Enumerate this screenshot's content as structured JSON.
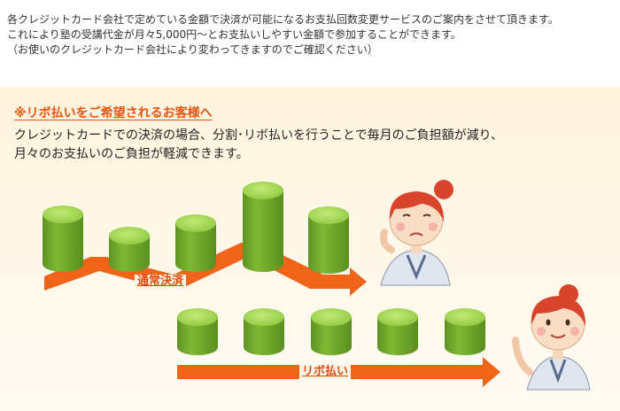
{
  "intro": {
    "line1": "各クレジットカード会社で定めている金額で決済が可能になるお支払回数変更サービスのご案内をさせて頂きます。",
    "line2": "これにより塾の受講代金が月々5,000円〜とお支払いしやすい金額で参加することができます。",
    "line3": "（お使いのクレジットカード会社により変わってきますのでご確認ください）"
  },
  "revolving": {
    "heading": "※リボ払いをご希望されるお客様へ",
    "desc_line1": "クレジットカードでの決済の場合、分割･リボ払いを行うことで毎月のご負担額が減り、",
    "desc_line2": "月々のお支払いのご負担が軽減できます。"
  },
  "labels": {
    "normal": "通常決済",
    "ribo": "リボ払い"
  },
  "colors": {
    "accent": "#e8540c",
    "arrow": "#f0641a",
    "coin_top": "#a5d84e",
    "coin_side": "#6ea52a"
  },
  "icons": [
    "worried-woman-icon",
    "happy-woman-icon",
    "coin-stack-icon",
    "arrow-icon"
  ]
}
